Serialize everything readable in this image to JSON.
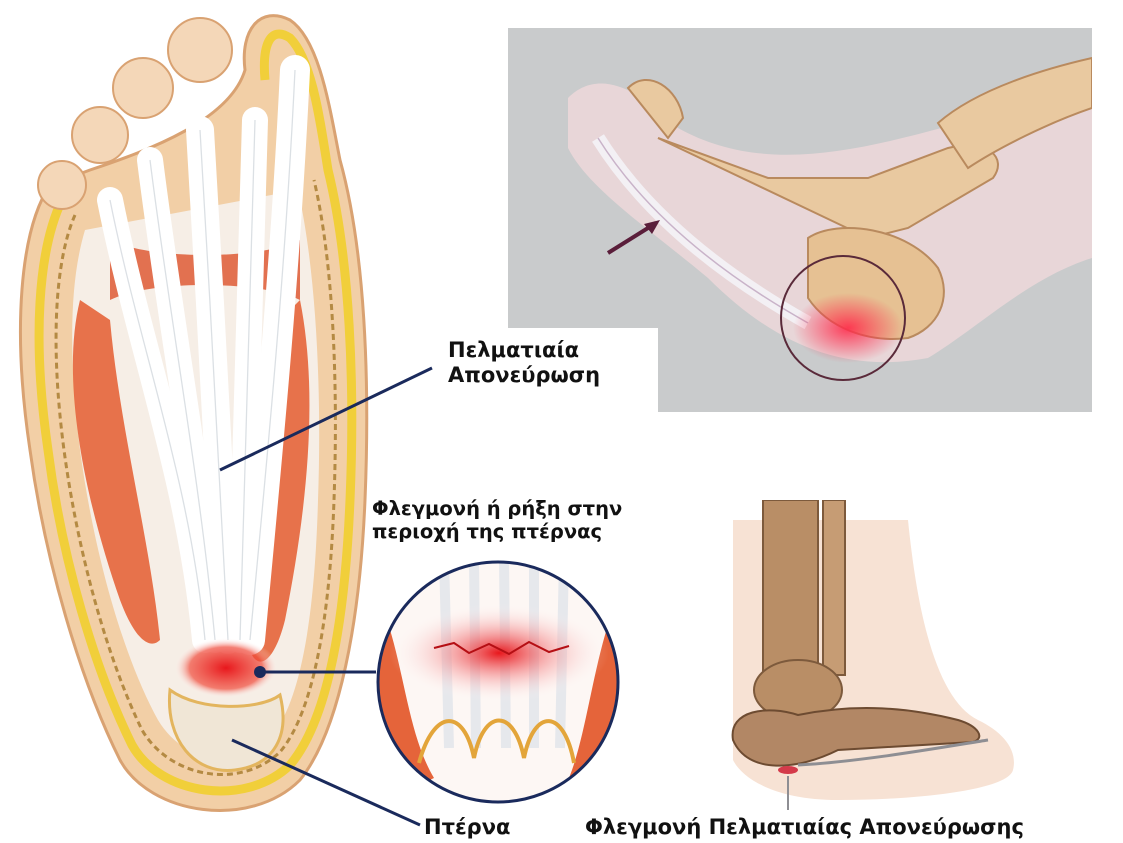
{
  "labels": {
    "plantar_fascia_line1": "Πελματιαία",
    "plantar_fascia_line2": "Απονεύρωση",
    "inflammation_line1": "Φλεγμονή ή ρήξη στην",
    "inflammation_line2": "περιοχή της πτέρνας",
    "heel": "Πτέρνα",
    "caption": "Φλεγμονή Πελματιαίας Απονεύρωσης"
  },
  "colors": {
    "skin": "#f2cfa6",
    "skin_dark": "#e3a877",
    "fat_yellow": "#f1cf3a",
    "tendon": "#ffffff",
    "muscle": "#e5643a",
    "inflammation": "#e8171c",
    "bone": "#e9c9a0",
    "leader_line": "#1a2a5c",
    "panel_bg": "#c9cbcc"
  },
  "icons": {
    "arrow": "arrow-icon"
  }
}
